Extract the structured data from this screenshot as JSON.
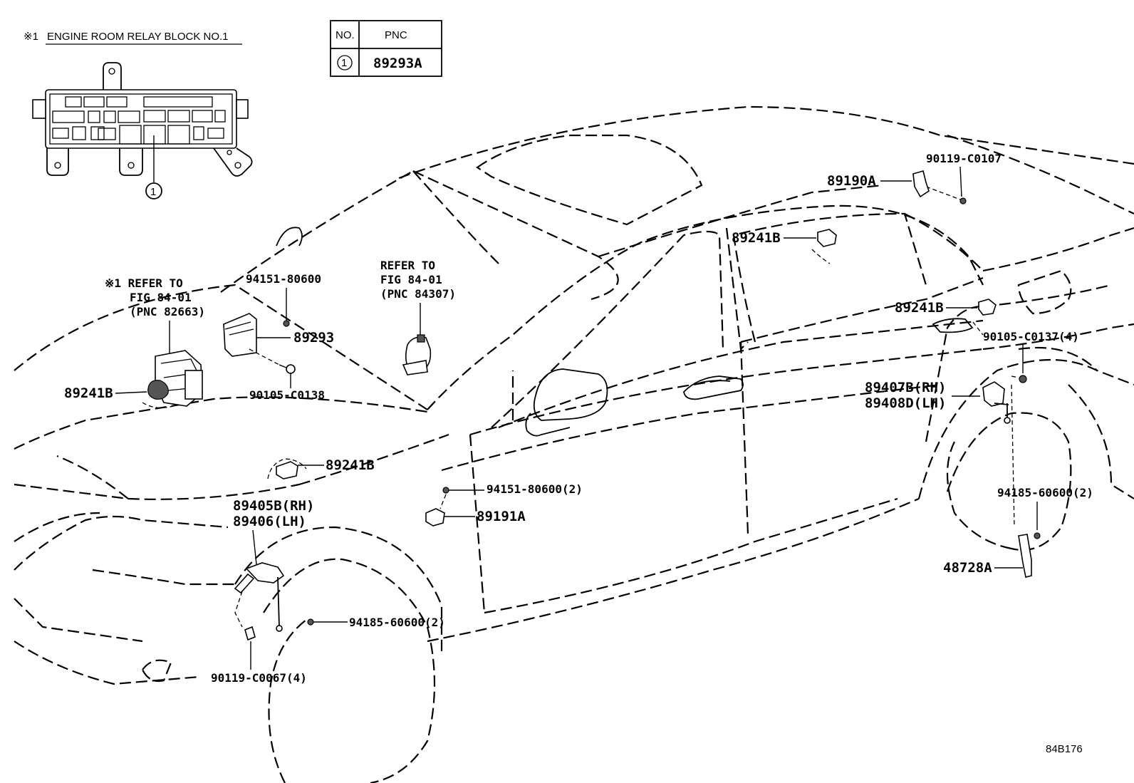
{
  "header": {
    "mark": "※1",
    "title": "ENGINE ROOM RELAY BLOCK NO.1",
    "callout": "1"
  },
  "pnc_table": {
    "col_no": "NO.",
    "col_pnc": "PNC",
    "row_no": "1",
    "row_pnc": "89293A"
  },
  "refer_left": {
    "line1": "※1 REFER TO",
    "line2": "FIG 84-01",
    "line3": "(PNC 82663)"
  },
  "refer_center": {
    "line1": "REFER TO",
    "line2": "FIG 84-01",
    "line3": "(PNC 84307)"
  },
  "labels": {
    "p94151_80600": "94151-80600",
    "p89293": "89293",
    "p90105_C0138": "90105-C0138",
    "p89241B_left": "89241B",
    "p89241B_hood": "89241B",
    "p89405B": "89405B(RH)",
    "p89406": "89406(LH)",
    "p94151_80600_2": "94151-80600(2)",
    "p89191A": "89191A",
    "p94185_60600_2_front": "94185-60600(2)",
    "p90119_C0067_4": "90119-C0067(4)",
    "p90119_C0107": "90119-C0107",
    "p89190A": "89190A",
    "p89241B_roof": "89241B",
    "p89241B_rear": "89241B",
    "p90105_C0137_4": "90105-C0137(4)",
    "p89407B": "89407B(RH)",
    "p89408D": "89408D(LH)",
    "p94185_60600_2_rear": "94185-60600(2)",
    "p48728A": "48728A"
  },
  "figure_id": "84B176"
}
